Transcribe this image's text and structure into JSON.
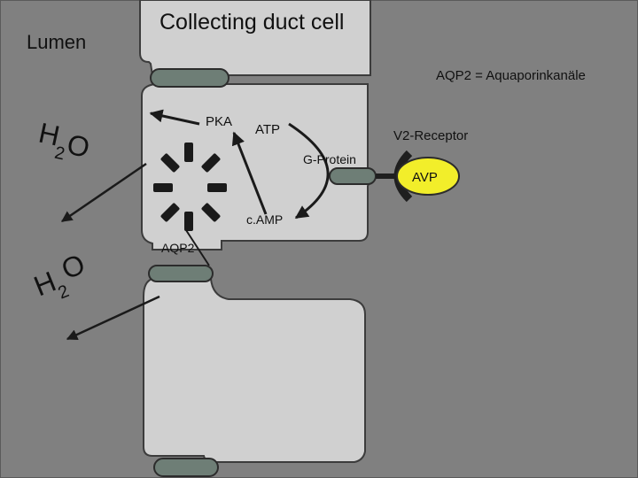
{
  "labels": {
    "lumen": "Lumen",
    "cell_title": "Collecting duct cell",
    "aqp2_legend": "AQP2 = Aquaporinkanäle",
    "pka": "PKA",
    "atp": "ATP",
    "v2_receptor": "V2-Receptor",
    "g_protein": "G-Protein",
    "avp": "AVP",
    "camp": "c.AMP",
    "aqp2": "AQP2",
    "h2o_top_h": "H",
    "h2o_top_sub": "2",
    "h2o_top_o": "O",
    "h2o_bottom_h": "H",
    "h2o_bottom_sub": "2",
    "h2o_bottom_o": "O"
  },
  "colors": {
    "background": "#808080",
    "cell": "#d0d0d0",
    "cell_border": "#3c3c3c",
    "channel": "#6e7e76",
    "avp": "#f2ee2a",
    "receptor": "#1f1f1f",
    "arrow": "#1a1a1a"
  }
}
